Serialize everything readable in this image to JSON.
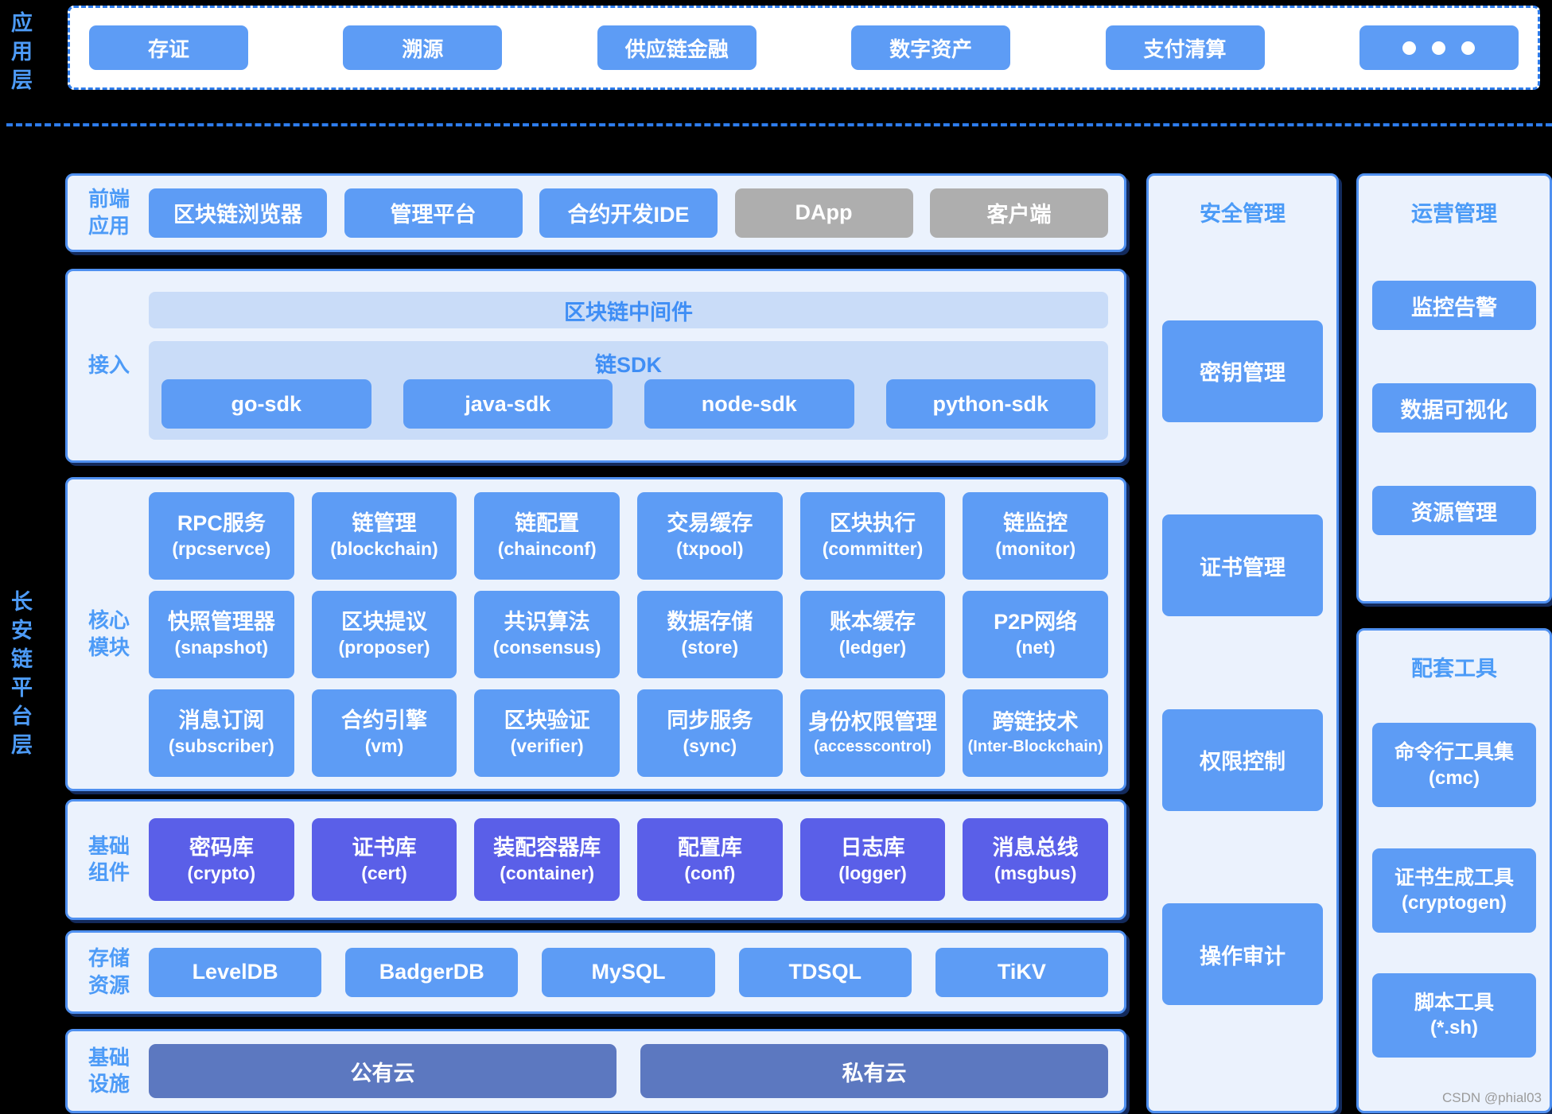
{
  "layer_labels": {
    "app": "应用层",
    "platform": "长安链平台层"
  },
  "app_layer": {
    "items": [
      "存证",
      "溯源",
      "供应链金融",
      "数字资产",
      "支付清算"
    ],
    "more_icon": "three-dots"
  },
  "frontend": {
    "label": "前端应用",
    "items": [
      "区块链浏览器",
      "管理平台",
      "合约开发IDE",
      "DApp",
      "客户端"
    ]
  },
  "access": {
    "label": "接入",
    "middleware": "区块链中间件",
    "sdk_title": "链SDK",
    "sdk_items": [
      "go-sdk",
      "java-sdk",
      "node-sdk",
      "python-sdk"
    ]
  },
  "core": {
    "label": "核心模块",
    "items": [
      {
        "zh": "RPC服务",
        "en": "(rpcservce)"
      },
      {
        "zh": "链管理",
        "en": "(blockchain)"
      },
      {
        "zh": "链配置",
        "en": "(chainconf)"
      },
      {
        "zh": "交易缓存",
        "en": "(txpool)"
      },
      {
        "zh": "区块执行",
        "en": "(committer)"
      },
      {
        "zh": "链监控",
        "en": "(monitor)"
      },
      {
        "zh": "快照管理器",
        "en": "(snapshot)"
      },
      {
        "zh": "区块提议",
        "en": "(proposer)"
      },
      {
        "zh": "共识算法",
        "en": "(consensus)"
      },
      {
        "zh": "数据存储",
        "en": "(store)"
      },
      {
        "zh": "账本缓存",
        "en": "(ledger)"
      },
      {
        "zh": "P2P网络",
        "en": "(net)"
      },
      {
        "zh": "消息订阅",
        "en": "(subscriber)"
      },
      {
        "zh": "合约引擎",
        "en": "(vm)"
      },
      {
        "zh": "区块验证",
        "en": "(verifier)"
      },
      {
        "zh": "同步服务",
        "en": "(sync)"
      },
      {
        "zh": "身份权限管理",
        "en": "(accesscontrol)"
      },
      {
        "zh": "跨链技术",
        "en": "(Inter-Blockchain)"
      }
    ]
  },
  "base_components": {
    "label": "基础组件",
    "items": [
      {
        "zh": "密码库",
        "en": "(crypto)"
      },
      {
        "zh": "证书库",
        "en": "(cert)"
      },
      {
        "zh": "装配容器库",
        "en": "(container)"
      },
      {
        "zh": "配置库",
        "en": "(conf)"
      },
      {
        "zh": "日志库",
        "en": "(logger)"
      },
      {
        "zh": "消息总线",
        "en": "(msgbus)"
      }
    ]
  },
  "storage": {
    "label": "存储资源",
    "items": [
      "LevelDB",
      "BadgerDB",
      "MySQL",
      "TDSQL",
      "TiKV"
    ]
  },
  "infrastructure": {
    "label": "基础设施",
    "items": [
      "公有云",
      "私有云"
    ]
  },
  "security": {
    "title": "安全管理",
    "items": [
      "密钥管理",
      "证书管理",
      "权限控制",
      "操作审计"
    ]
  },
  "operations": {
    "title": "运营管理",
    "items": [
      "监控告警",
      "数据可视化",
      "资源管理"
    ]
  },
  "tools": {
    "title": "配套工具",
    "items": [
      {
        "zh": "命令行工具集",
        "en": "(cmc)"
      },
      {
        "zh": "证书生成工具",
        "en": "(cryptogen)"
      },
      {
        "zh": "脚本工具",
        "en": "(*.sh)"
      }
    ]
  },
  "watermark": "CSDN @phial03",
  "colors": {
    "background": "#000000",
    "accent_border_blue": "#4f90f0",
    "dashed_blue": "#2e7ceb",
    "button_blue": "#5d9cf5",
    "panel_bg": "#ebf2fd",
    "inner_bar_bg": "#c9dcf8",
    "inner_bar_text": "#3f8ef5",
    "label_blue": "#4d9bf7",
    "violet_button": "#5a5fe8",
    "slate_button": "#5c78c0",
    "gray_button": "#aeaeae",
    "button_text": "#ffffff"
  }
}
